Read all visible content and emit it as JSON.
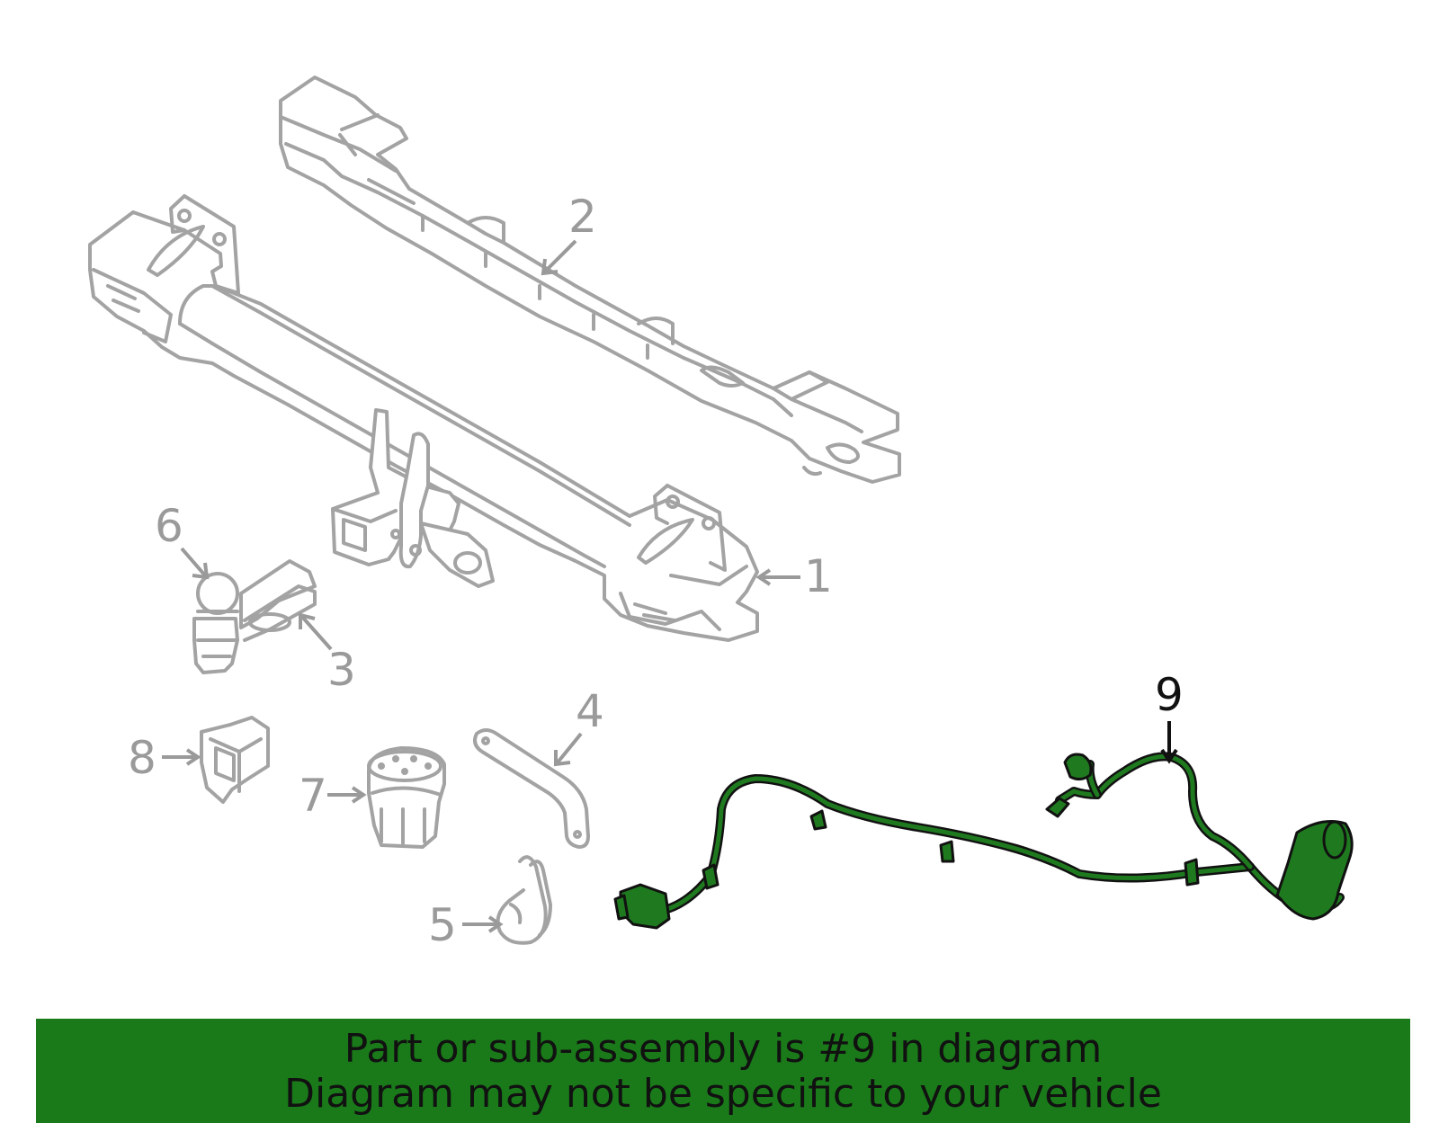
{
  "diagram": {
    "callouts": [
      {
        "id": "1",
        "label": "1"
      },
      {
        "id": "2",
        "label": "2"
      },
      {
        "id": "3",
        "label": "3"
      },
      {
        "id": "4",
        "label": "4"
      },
      {
        "id": "5",
        "label": "5"
      },
      {
        "id": "6",
        "label": "6"
      },
      {
        "id": "7",
        "label": "7"
      },
      {
        "id": "8",
        "label": "8"
      },
      {
        "id": "9",
        "label": "9"
      }
    ],
    "highlighted_part": "9",
    "colors": {
      "highlight": "#1f7a1f",
      "parts": "#a3a3a3",
      "banner": "#1a7a1a"
    }
  },
  "banner": {
    "line1": "Part or sub-assembly is #9 in diagram",
    "line2": "Diagram may not be specific to your vehicle"
  }
}
